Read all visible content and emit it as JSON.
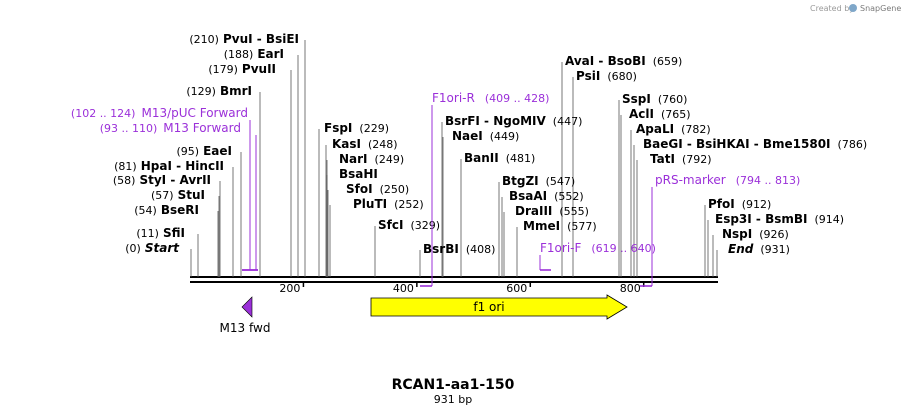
{
  "credit": {
    "text": "Created by",
    "brand": "SnapGene"
  },
  "map": {
    "title": "RCAN1-aa1-150",
    "length_label": "931 bp",
    "length_bp": 931,
    "backbone_color": "#000000",
    "primer_color": "#9b30d9",
    "feature_color": "#ffff00",
    "ticks": [
      {
        "bp": 200,
        "label": "200"
      },
      {
        "bp": 400,
        "label": "400"
      },
      {
        "bp": 600,
        "label": "600"
      },
      {
        "bp": 800,
        "label": "800"
      }
    ],
    "sites": [
      {
        "name": "PvuI - BsiEI",
        "pos": "(210)",
        "bp": 210,
        "side": "left",
        "italic": false
      },
      {
        "name": "EarI",
        "pos": "(188)",
        "bp": 188,
        "side": "left",
        "italic": false
      },
      {
        "name": "PvuII",
        "pos": "(179)",
        "bp": 179,
        "side": "left",
        "italic": false
      },
      {
        "name": "BmrI",
        "pos": "(129)",
        "bp": 129,
        "side": "left",
        "italic": false
      },
      {
        "name": "EaeI",
        "pos": "(95)",
        "bp": 95,
        "side": "left",
        "italic": false
      },
      {
        "name": "HpaI - HincII",
        "pos": "(81)",
        "bp": 81,
        "side": "left",
        "italic": false
      },
      {
        "name": "StyI - AvrII",
        "pos": "(58)",
        "bp": 58,
        "side": "left",
        "italic": false
      },
      {
        "name": "StuI",
        "pos": "(57)",
        "bp": 57,
        "side": "left",
        "italic": false
      },
      {
        "name": "BseRI",
        "pos": "(54)",
        "bp": 54,
        "side": "left",
        "italic": false
      },
      {
        "name": "SfiI",
        "pos": "(11)",
        "bp": 11,
        "side": "left",
        "italic": false
      },
      {
        "name": "Start",
        "pos": "(0)",
        "bp": 0,
        "side": "left",
        "italic": true
      },
      {
        "name": "FspI",
        "pos": "(229)",
        "bp": 229,
        "side": "right",
        "italic": false
      },
      {
        "name": "KasI",
        "pos": "(248)",
        "bp": 248,
        "side": "right",
        "italic": false
      },
      {
        "name": "NarI",
        "pos": "(249)",
        "bp": 249,
        "side": "right",
        "italic": false
      },
      {
        "name": "BsaHI",
        "pos": "",
        "bp": 249,
        "side": "right",
        "italic": false
      },
      {
        "name": "SfoI",
        "pos": "(250)",
        "bp": 250,
        "side": "right",
        "italic": false
      },
      {
        "name": "PluTI",
        "pos": "(252)",
        "bp": 252,
        "side": "right",
        "italic": false
      },
      {
        "name": "SfcI",
        "pos": "(329)",
        "bp": 329,
        "side": "right",
        "italic": false
      },
      {
        "name": "BsrBI",
        "pos": "(408)",
        "bp": 408,
        "side": "right",
        "italic": false
      },
      {
        "name": "BsrFI - NgoMIV",
        "pos": "(447)",
        "bp": 447,
        "side": "right",
        "italic": false
      },
      {
        "name": "NaeI",
        "pos": "(449)",
        "bp": 449,
        "side": "right",
        "italic": false
      },
      {
        "name": "BanII",
        "pos": "(481)",
        "bp": 481,
        "side": "right",
        "italic": false
      },
      {
        "name": "BtgZI",
        "pos": "(547)",
        "bp": 547,
        "side": "right",
        "italic": false
      },
      {
        "name": "BsaAI",
        "pos": "(552)",
        "bp": 552,
        "side": "right",
        "italic": false
      },
      {
        "name": "DraIII",
        "pos": "(555)",
        "bp": 555,
        "side": "right",
        "italic": false
      },
      {
        "name": "MmeI",
        "pos": "(577)",
        "bp": 577,
        "side": "right",
        "italic": false
      },
      {
        "name": "AvaI - BsoBI",
        "pos": "(659)",
        "bp": 659,
        "side": "right",
        "italic": false
      },
      {
        "name": "PsiI",
        "pos": "(680)",
        "bp": 680,
        "side": "right",
        "italic": false
      },
      {
        "name": "SspI",
        "pos": "(760)",
        "bp": 760,
        "side": "right",
        "italic": false
      },
      {
        "name": "AclI",
        "pos": "(765)",
        "bp": 765,
        "side": "right",
        "italic": false
      },
      {
        "name": "ApaLI",
        "pos": "(782)",
        "bp": 782,
        "side": "right",
        "italic": false
      },
      {
        "name": "BaeGI - BsiHKAI - Bme1580I",
        "pos": "(786)",
        "bp": 786,
        "side": "right",
        "italic": false
      },
      {
        "name": "TatI",
        "pos": "(792)",
        "bp": 792,
        "side": "right",
        "italic": false
      },
      {
        "name": "PfoI",
        "pos": "(912)",
        "bp": 912,
        "side": "right",
        "italic": false
      },
      {
        "name": "Esp3I - BsmBI",
        "pos": "(914)",
        "bp": 914,
        "side": "right",
        "italic": false
      },
      {
        "name": "NspI",
        "pos": "(926)",
        "bp": 926,
        "side": "right",
        "italic": false
      },
      {
        "name": "End",
        "pos": "(931)",
        "bp": 931,
        "side": "right",
        "italic": true
      }
    ],
    "primers": [
      {
        "name": "M13/pUC Forward",
        "range": "(102 .. 124)",
        "start": 102,
        "end": 124,
        "strand": "top"
      },
      {
        "name": "M13 Forward",
        "range": "(93 .. 110)",
        "start": 93,
        "end": 110,
        "strand": "top"
      },
      {
        "name": "F1ori-R",
        "range": "(409 .. 428)",
        "start": 409,
        "end": 428,
        "strand": "bottom"
      },
      {
        "name": "F1ori-F",
        "range": "(619 .. 640)",
        "start": 619,
        "end": 640,
        "strand": "top"
      },
      {
        "name": "pRS-marker",
        "range": "(794 .. 813)",
        "start": 794,
        "end": 813,
        "strand": "bottom"
      }
    ],
    "features": [
      {
        "name": "f1 ori",
        "start": 320,
        "end": 740,
        "direction": "forward",
        "color": "#ffff00"
      },
      {
        "name": "M13 fwd",
        "start": 89,
        "end": 105,
        "direction": "reverse",
        "color": "#9b30d9"
      }
    ]
  }
}
